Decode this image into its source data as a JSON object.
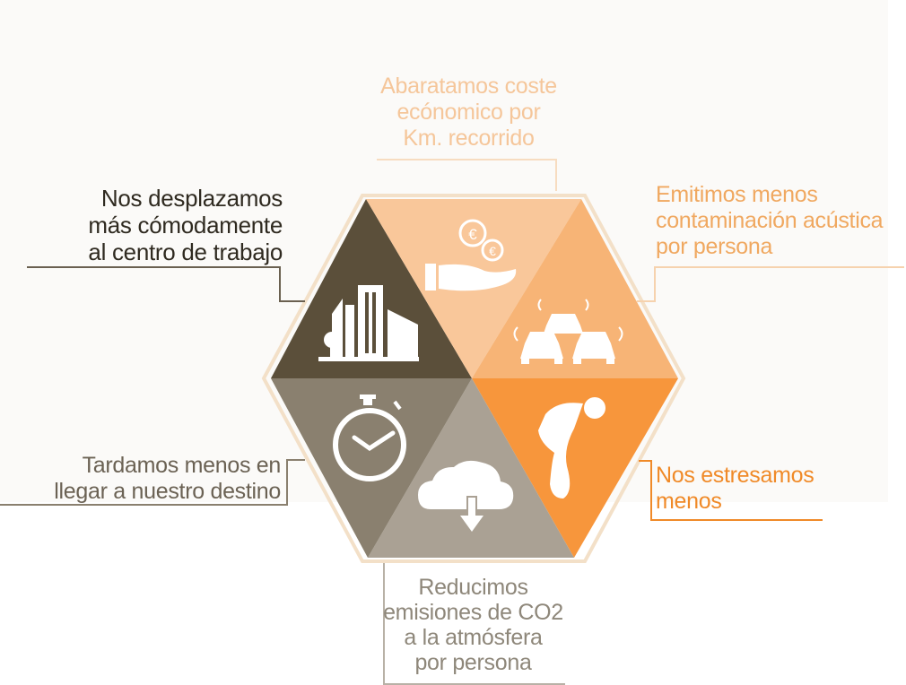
{
  "colors": {
    "comfort": "#5b4f3a",
    "cost": "#f9c79a",
    "noise": "#f7b476",
    "stress": "#f7963c",
    "co2": "#aaa194",
    "time": "#8a806f",
    "comfort_text": "#2f2a20",
    "time_text": "#6b6254",
    "co2_text": "#8e877a",
    "cost_text": "#f5c69a",
    "noise_text": "#f0a860",
    "stress_text": "#f08a28"
  },
  "benefits": {
    "cost": {
      "text": "Abaratamos coste\necónomico por\nKm. recorrido",
      "icon": "euro-coins-hand-icon"
    },
    "comfort": {
      "text": "Nos desplazamos\nmás cómodamente\nal centro de trabajo",
      "icon": "city-buildings-icon"
    },
    "noise": {
      "text": "Emitimos menos\ncontaminación acústica\npor persona",
      "icon": "honking-cars-icon"
    },
    "time": {
      "text": "Tardamos menos en\nllegar a nuestro destino",
      "icon": "stopwatch-icon"
    },
    "stress": {
      "text": "Nos estresamos\nmenos",
      "icon": "stressed-person-icon"
    },
    "co2": {
      "text": "Reducimos\nemisiones de CO2\na la atmósfera\npor persona",
      "icon": "cloud-download-icon"
    }
  }
}
